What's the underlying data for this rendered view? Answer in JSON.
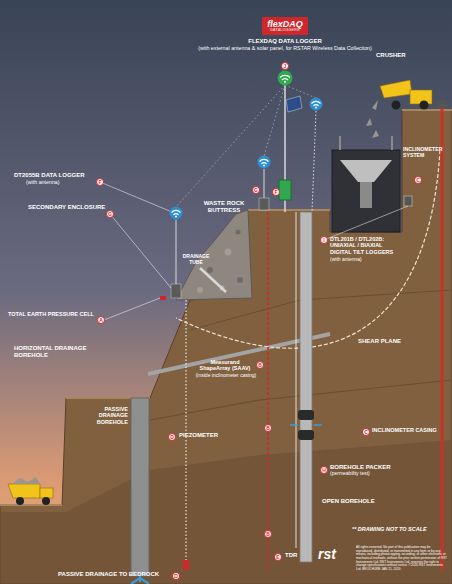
{
  "diagram": {
    "nodes": [
      {
        "text": [
          "flexDAQ",
          "DATALOGGERS"
        ]
      },
      {
        "text": [
          "J"
        ]
      },
      {
        "text": [
          "C"
        ]
      },
      {
        "text": [
          "G"
        ]
      },
      {
        "text": [
          "F"
        ]
      },
      {
        "text": [
          "F"
        ]
      },
      {
        "text": [
          "G"
        ]
      },
      {
        "text": [
          "I"
        ]
      },
      {
        "text": [
          "A"
        ]
      },
      {
        "text": [
          "B"
        ]
      },
      {
        "text": [
          "B"
        ]
      },
      {
        "text": [
          "C"
        ]
      },
      {
        "text": [
          "D"
        ]
      },
      {
        "text": [
          "H"
        ]
      },
      {
        "text": [
          "E"
        ]
      },
      {
        "text": [
          "B"
        ]
      },
      {
        "text": [
          "D"
        ]
      }
    ],
    "labels": [
      "FLEXDAQ DATA LOGGER",
      "(with external antenna & solar panel, for RSTAR Wireless Data Collection)",
      "CRUSHER",
      "DT2055B DATA LOGGER",
      "(with antenna)",
      "SECONDARY ENCLOSURE",
      "WASTE ROCK BUTTRESS",
      "DRAINAGE TUBE",
      "TOTAL EARTH PRESSURE CELL",
      "HORIZONTAL DRAINAGE BOREHOLE",
      "PASSIVE DRAINAGE BOREHOLE",
      "PIEZOMETER",
      "Measurand ShapeArray (SAAV)",
      "(inside inclinometer casing)",
      "DTL201B / DTL202B: UNIAXIAL / BIAXIAL DIGITAL TILT LOGGERS",
      "(with antenna)",
      "INCLINOMETER SYSTEM",
      "SHEAR PLANE",
      "INCLINOMETER CASING",
      "BOREHOLE PACKER",
      "(permeability test)",
      "OPEN BOREHOLE",
      "TDR",
      "PASSIVE DRAINAGE TO BEDROCK",
      "** DRAWING NOT TO SCALE",
      "rst",
      "All rights reserved. No part of this publication may be reproduced, distributed, or transmitted in any form or by any means, including photocopying, recording, or other electronic or mechanical methods, without the prior written permission of RST Instruments Ltd. RST Instruments Ltd. reserves the right to change specifications without notice. ©2020 RST Instruments Ltd. BROCHURE JAN 21, 2020"
    ]
  }
}
